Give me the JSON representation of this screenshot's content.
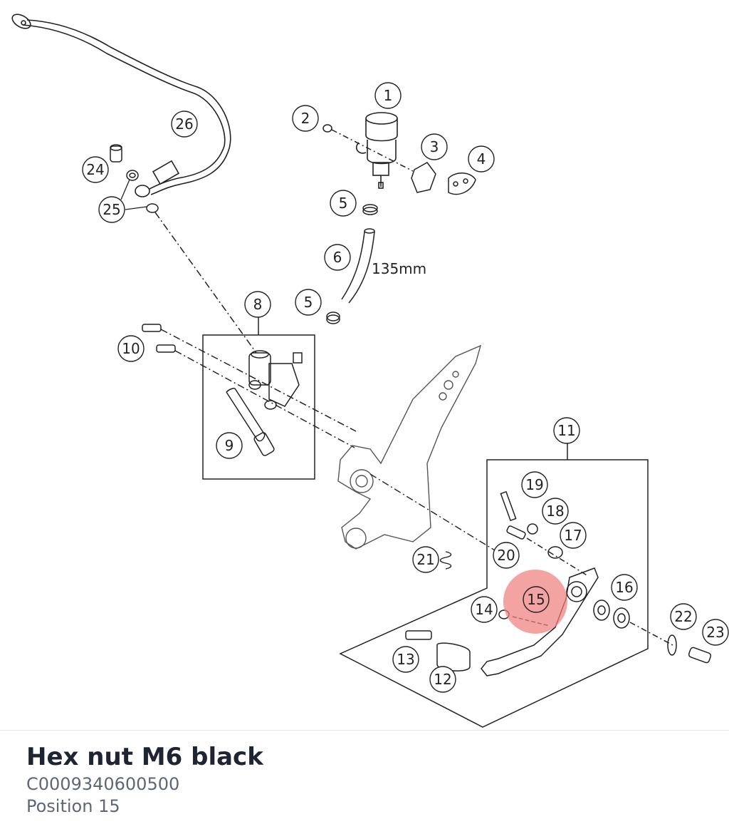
{
  "part": {
    "title": "Hex nut M6 black",
    "code": "C0009340600500",
    "position": "Position 15"
  },
  "diagram": {
    "callouts": [
      "1",
      "2",
      "3",
      "4",
      "5",
      "5",
      "6",
      "8",
      "9",
      "10",
      "11",
      "12",
      "13",
      "14",
      "15",
      "16",
      "17",
      "18",
      "19",
      "20",
      "21",
      "22",
      "23",
      "24",
      "25",
      "26"
    ],
    "dimension_label": "135mm",
    "highlight_position": "15",
    "highlight_color": "#f08080",
    "line_color": "#222222"
  }
}
